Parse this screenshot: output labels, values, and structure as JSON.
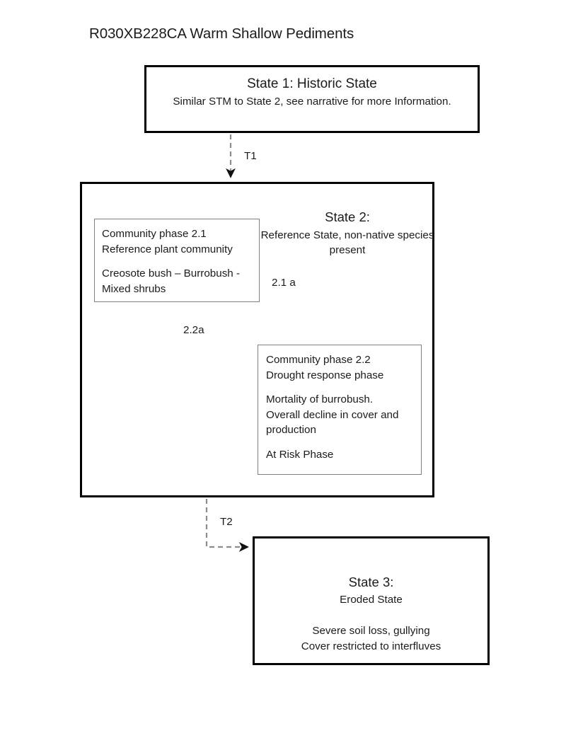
{
  "title": "R030XB228CA Warm Shallow Pediments",
  "states": {
    "state1": {
      "heading": "State 1: Historic State",
      "subtitle": "Similar STM to State 2, see narrative for more Information."
    },
    "state2": {
      "heading": "State 2:",
      "subtitle": "Reference State, non-native species present",
      "phases": [
        {
          "id": "2.1",
          "line1": "Community phase 2.1",
          "line2": "Reference plant community",
          "line3": "Creosote bush – Burrobush  -",
          "line4": "Mixed shrubs"
        },
        {
          "id": "2.2",
          "line1": "Community phase 2.2",
          "line2": "Drought response phase",
          "line3": "Mortality of burrobush.",
          "line4": "Overall decline in cover and",
          "line5": "production",
          "line6": "At Risk Phase"
        }
      ]
    },
    "state3": {
      "heading": "State 3:",
      "subtitle": "Eroded State",
      "detail_line1": "Severe soil loss, gullying",
      "detail_line2": "Cover restricted to interfluves"
    }
  },
  "transitions": [
    {
      "id": "T1",
      "label": "T1",
      "from": "State 1",
      "to": "State 2",
      "style": "dashed"
    },
    {
      "id": "T2",
      "label": "T2",
      "from": "State 2",
      "to": "State 3",
      "style": "dashed"
    }
  ],
  "pathways": [
    {
      "id": "2.1a",
      "label": "2.1 a",
      "from": "Community phase 2.1",
      "to": "Community phase 2.2",
      "style": "solid"
    },
    {
      "id": "2.2a",
      "label": "2.2a",
      "from": "Community phase 2.2",
      "to": "Community phase 2.1",
      "style": "solid"
    }
  ],
  "colors": {
    "background": "#ffffff",
    "state_border": "#000000",
    "phase_border": "#808080",
    "transition_arrow": "#808080",
    "pathway_arrow": "#808080",
    "arrowhead": "#000000",
    "text": "#1b1b1b"
  }
}
